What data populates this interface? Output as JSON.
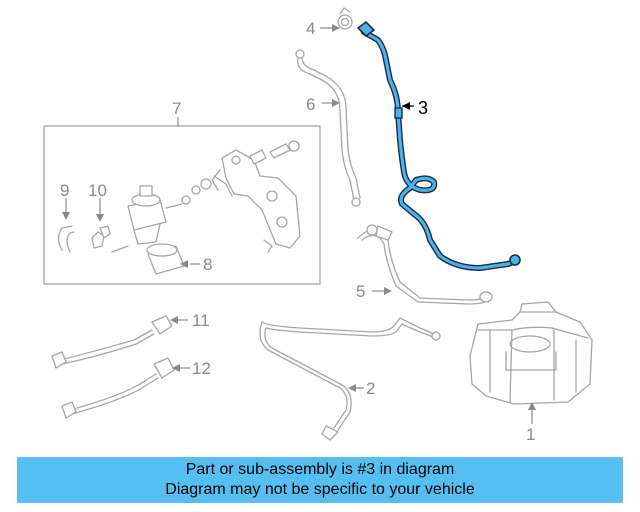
{
  "diagram": {
    "callouts": [
      "1",
      "2",
      "3",
      "4",
      "5",
      "6",
      "7",
      "8",
      "9",
      "10",
      "11",
      "12"
    ],
    "highlighted_callout": "3"
  },
  "banner": {
    "line1": "Part or sub-assembly is #3 in diagram",
    "line2": "Diagram may not be specific to your vehicle",
    "background_color": "#56bff2"
  },
  "colors": {
    "highlight_part": "#49b3ea",
    "line_art": "#a6a6a6"
  }
}
